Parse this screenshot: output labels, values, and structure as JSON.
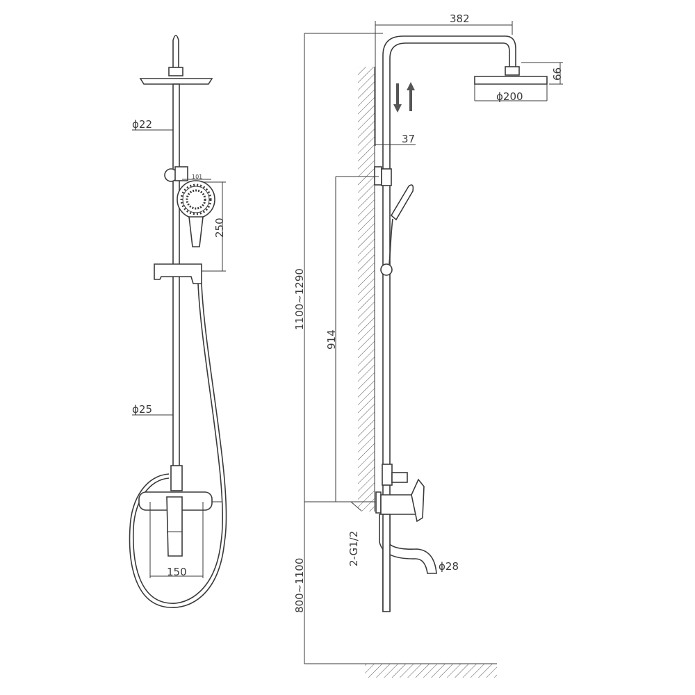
{
  "title": "Shower set dimension drawing",
  "dimensions": {
    "arm_reach": "382",
    "head_height": "66",
    "head_diameter": "ϕ200",
    "wall_offset": "37",
    "top_pipe_diameter": "ϕ22",
    "hand_shower_width": "101",
    "hand_shower_length": "250",
    "rail_diameter": "ϕ25",
    "mixer_centers": "150",
    "total_height": "1100~1290",
    "rail_length": "914",
    "inlet_thread": "2-G1/2",
    "spout_diameter": "ϕ28",
    "mount_height": "800~1100"
  },
  "colors": {
    "line": "#3a3a3a",
    "background": "#ffffff"
  }
}
